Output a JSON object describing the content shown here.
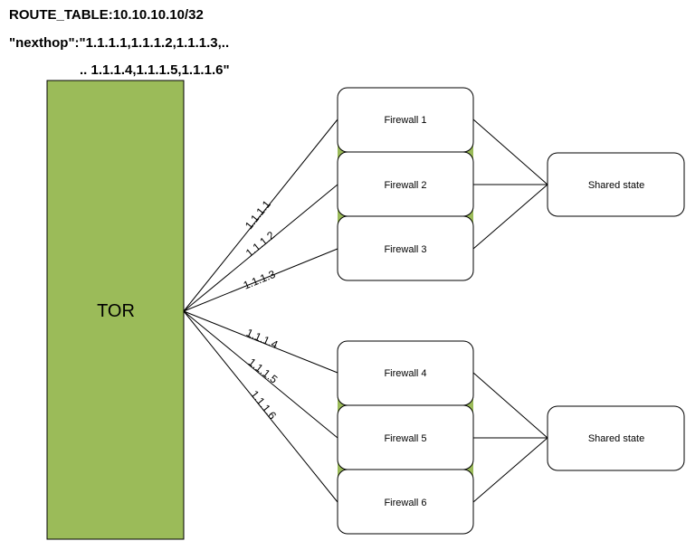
{
  "header": {
    "line1": "ROUTE_TABLE:10.10.10.10/32",
    "line2": "\"nexthop\":\"1.1.1.1,1.1.1.2,1.1.1.3,..",
    "line3": ".. 1.1.1.4,1.1.1.5,1.1.1.6\""
  },
  "tor": {
    "label": "TOR"
  },
  "links": [
    "1.1.1.1",
    "1.1.1.2",
    "1.1.1.3",
    "1.1.1.4",
    "1.1.1.5",
    "1.1.1.6"
  ],
  "firewalls": [
    "Firewall 1",
    "Firewall 2",
    "Firewall 3",
    "Firewall 4",
    "Firewall 5",
    "Firewall 6"
  ],
  "shared_states": [
    "Shared state",
    "Shared state"
  ],
  "colors": {
    "tor_fill": "#9bbb59",
    "tor_stroke": "#000000",
    "line": "#000000"
  }
}
